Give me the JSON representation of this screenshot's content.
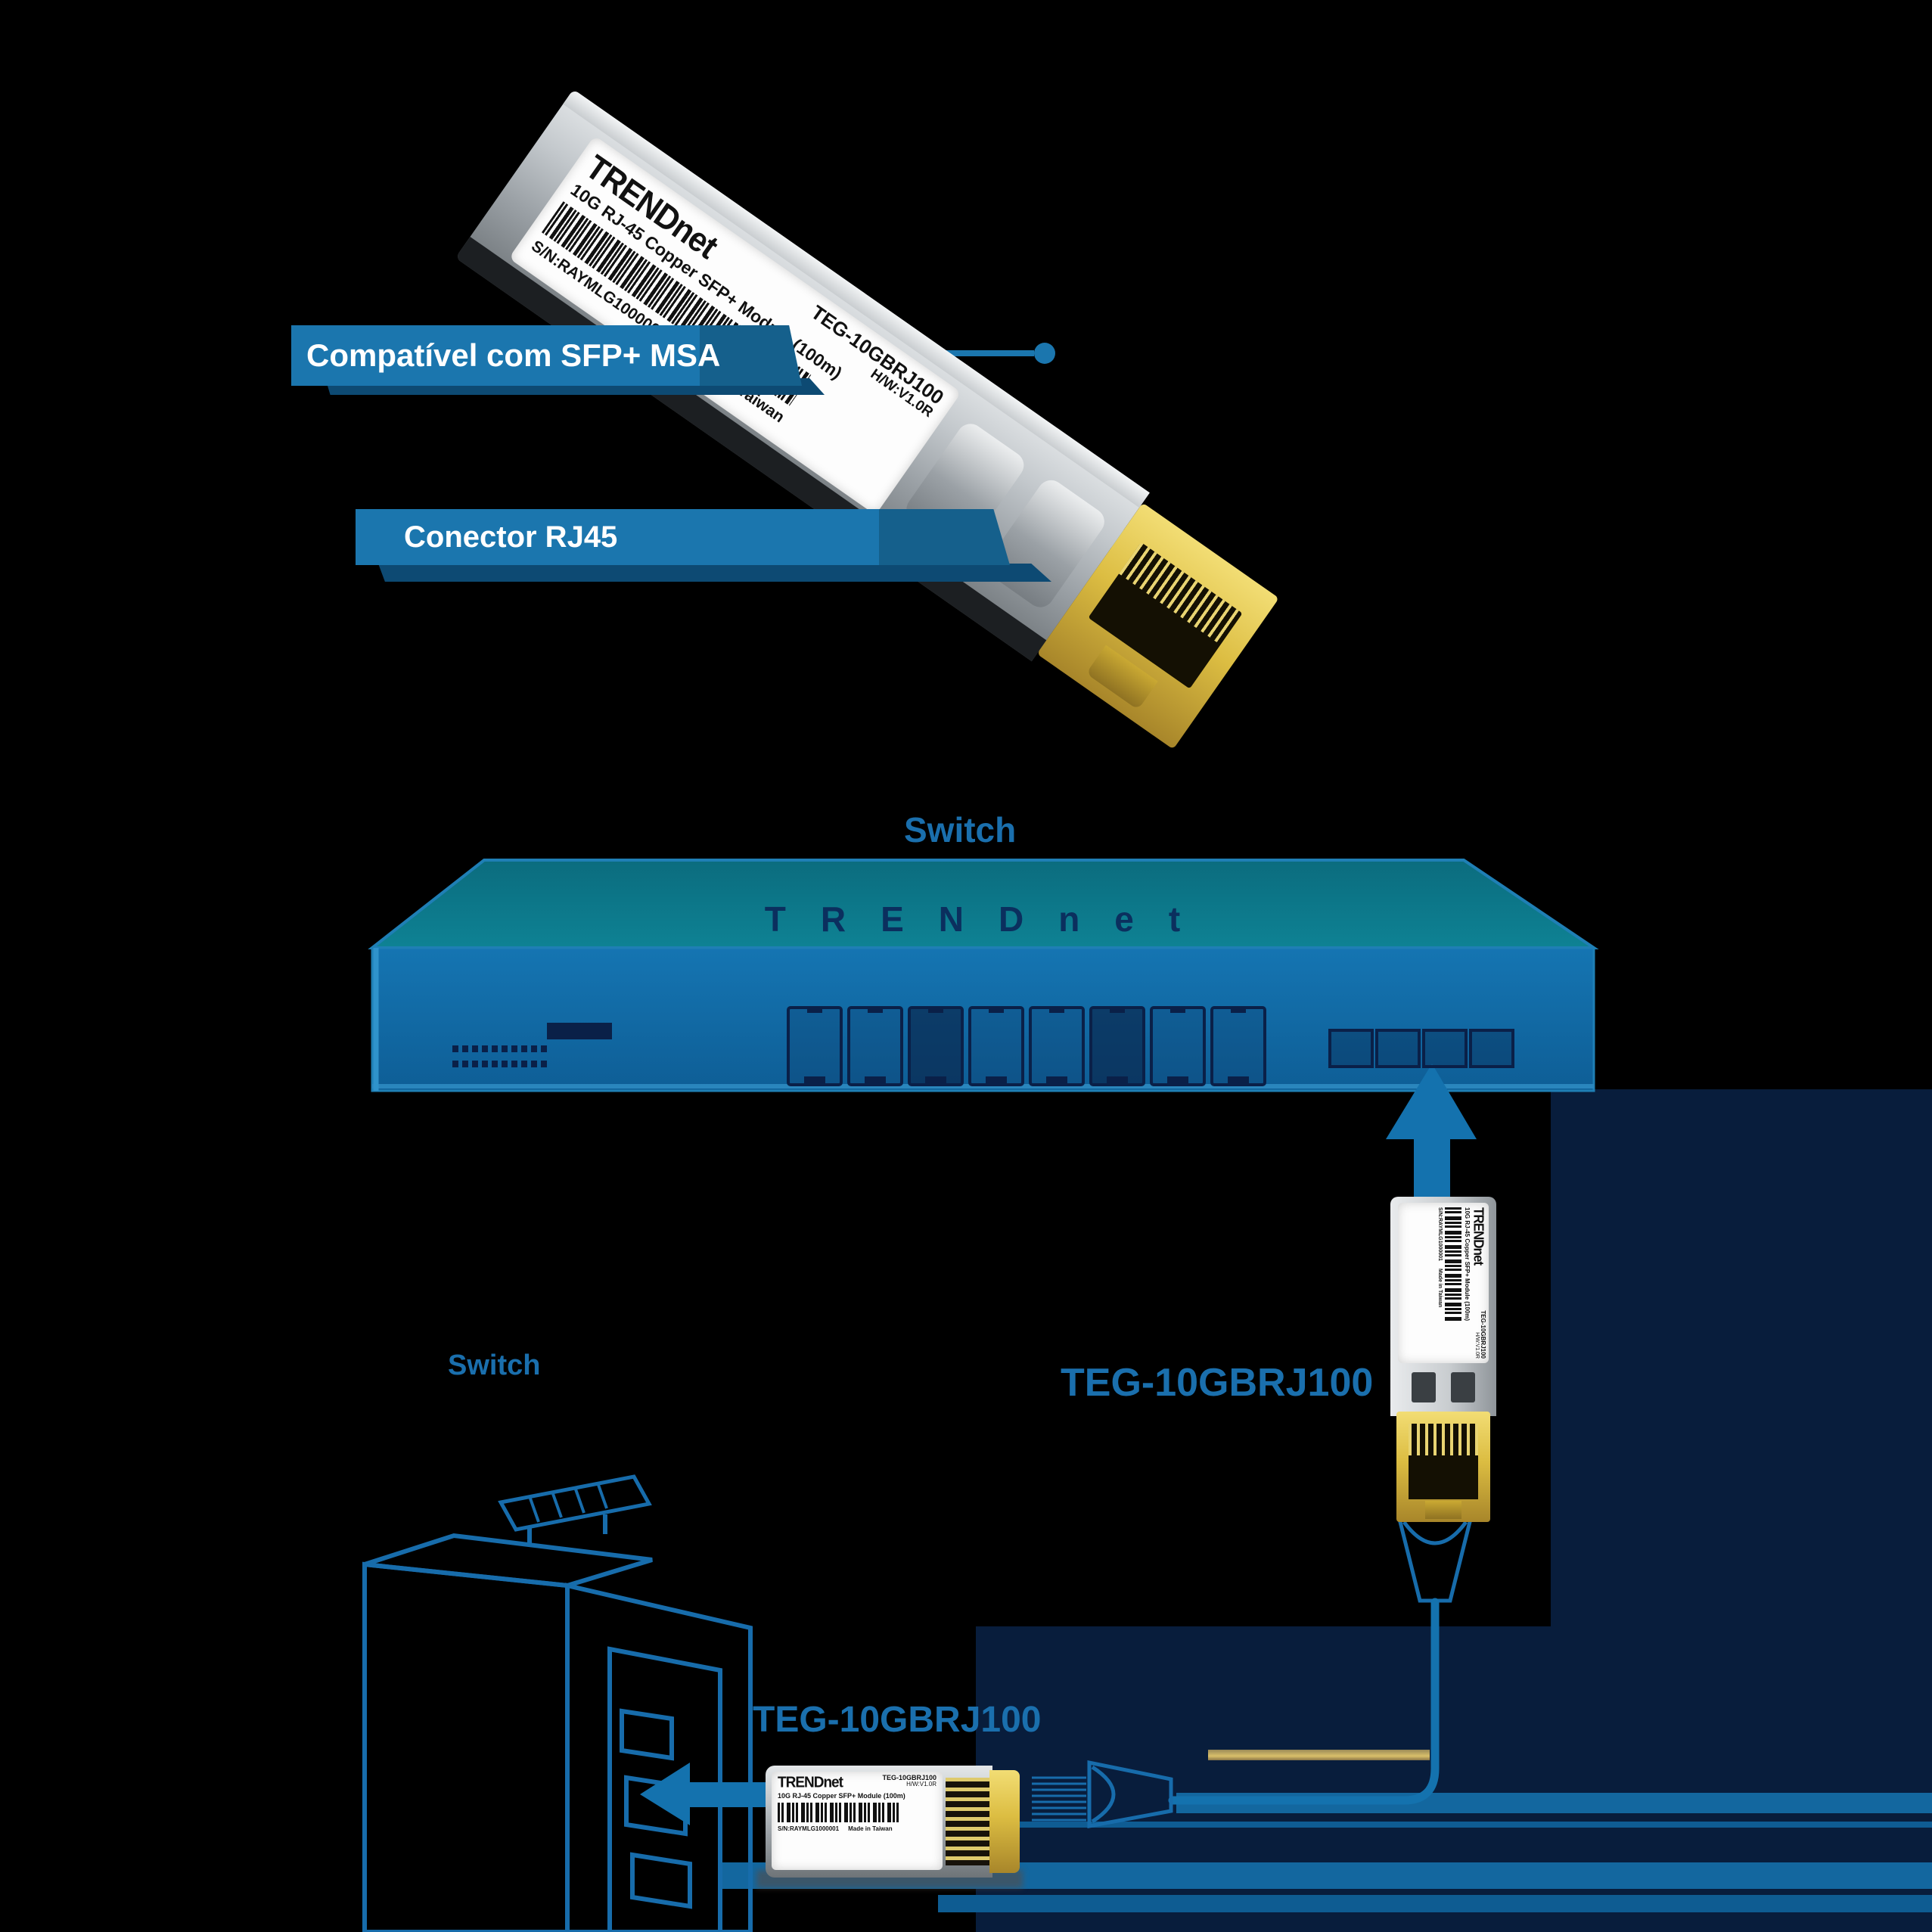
{
  "module_label": {
    "brand": "TRENDnet",
    "model": "TEG-10GBRJ100",
    "hw": "H/W:V1.0R",
    "desc": "10G RJ-45 Copper SFP+ Module (100m)",
    "serial": "S/N:RAYMLG1000001",
    "origin": "Made in Taiwan"
  },
  "callouts": [
    {
      "label": "Compatível com SFP+ MSA"
    },
    {
      "label": "Conector RJ45"
    }
  ],
  "top_diagram": {
    "switch_label": "Switch",
    "brand": "TRENDnet",
    "module_label": "TEG-10GBRJ100"
  },
  "bottom_diagram": {
    "switch_label": "Switch",
    "module_label": "TEG-10GBRJ100"
  },
  "colors": {
    "accent": "#1b76ae",
    "arrow": "#1472ae",
    "teal": "#0d7f91",
    "navy": "#0a2048",
    "gold": "#d7b83c",
    "line": "#176cab"
  }
}
